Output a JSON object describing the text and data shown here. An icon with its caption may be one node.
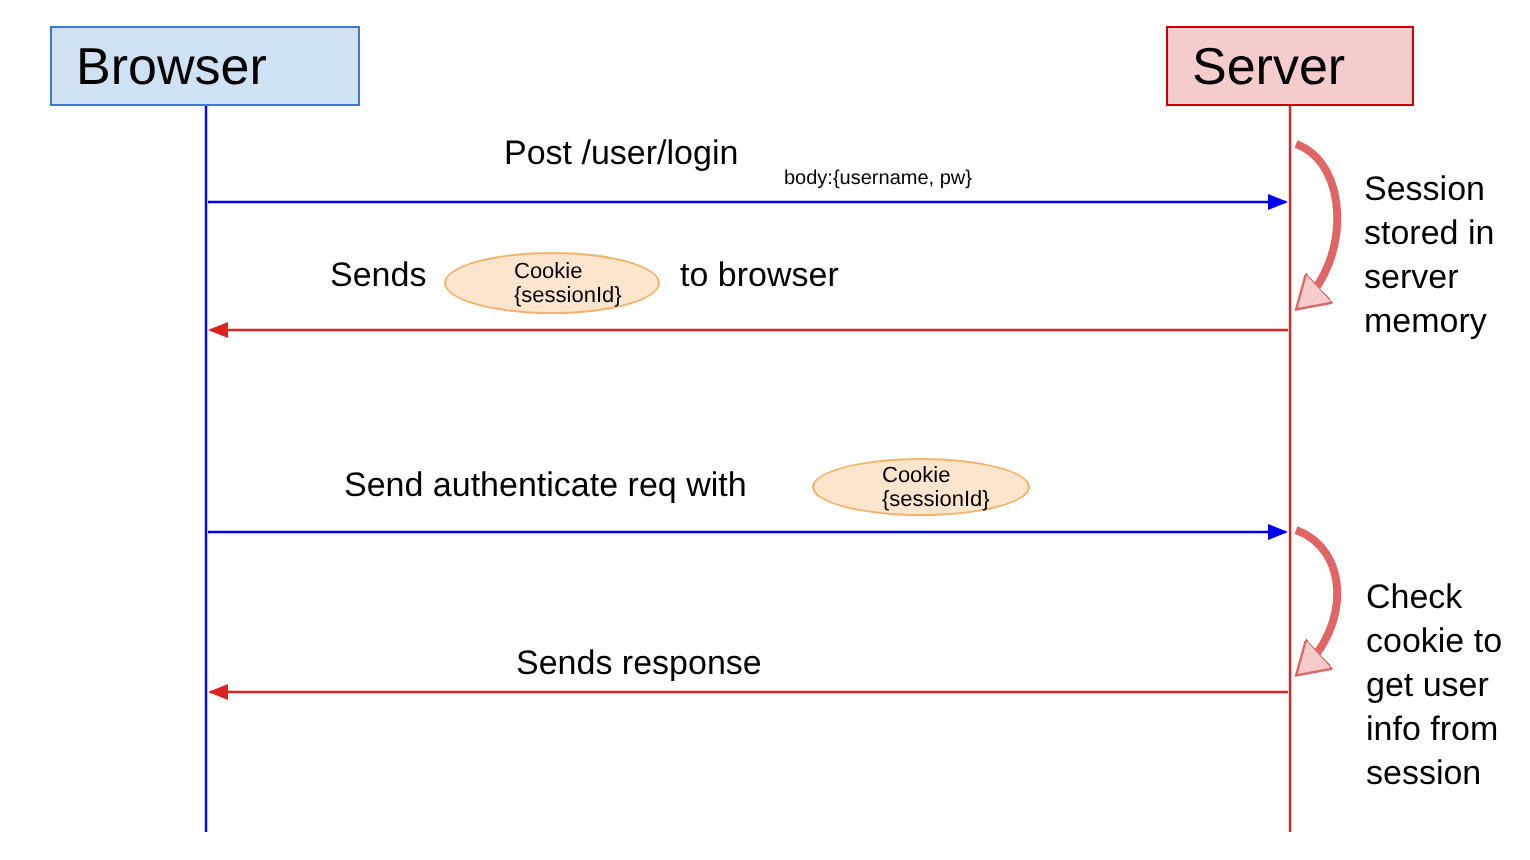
{
  "diagram": {
    "nodes": [
      {
        "text": [
          "Browser"
        ]
      },
      {
        "text": [
          "Server"
        ]
      },
      {
        "text": [
          "Cookie {sessionId}"
        ]
      },
      {
        "text": [
          "Cookie {sessionId}"
        ]
      }
    ],
    "edges": [
      {
        "from": 0,
        "to": 1,
        "arrow": "to",
        "label": "Post /user/login",
        "color": "#0000ee"
      },
      {
        "from": 1,
        "to": 1,
        "arrow": "to",
        "label": "Session stored in server memory",
        "style": "thick",
        "color": "#e06666"
      },
      {
        "from": 1,
        "to": 0,
        "arrow": "to",
        "label": "Sends",
        "color": "#dd2222"
      },
      {
        "from": 0,
        "to": 1,
        "arrow": "to",
        "label": "Send authenticate req with",
        "color": "#0000ee"
      },
      {
        "from": 1,
        "to": 1,
        "arrow": "to",
        "label": "Check cookie to get user info from session",
        "style": "thick",
        "color": "#e06666"
      },
      {
        "from": 1,
        "to": 0,
        "arrow": "to",
        "label": "Sends response",
        "color": "#dd2222"
      }
    ],
    "labels": [
      "body:{username, pw}",
      "to browser"
    ]
  }
}
